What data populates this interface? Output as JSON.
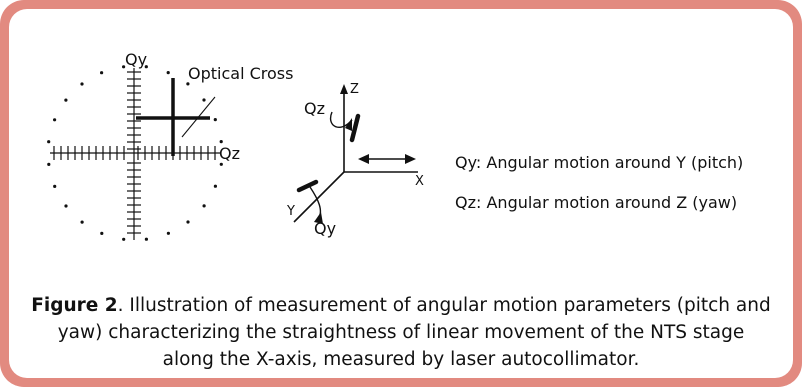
{
  "diagram": {
    "qy_label": "Qy",
    "qz_label": "Qz",
    "optical_cross_label": "Optical Cross",
    "axis_z": "Z",
    "axis_x": "X",
    "axis_y": "Y",
    "rot_qz": "Qz",
    "rot_qy": "Qy"
  },
  "legend": {
    "qy_symbol": "Qy",
    "qy_text": ": Angular motion around Y (pitch)",
    "qz_symbol": "Qz",
    "qz_text": ": Angular motion around Z (yaw)"
  },
  "caption": {
    "label": "Figure 2",
    "text": ". Illustration of measurement of angular motion parameters (pitch and yaw) characterizing the straightness of linear movement of the NTS stage along the X-axis, measured by laser autocollimator."
  }
}
